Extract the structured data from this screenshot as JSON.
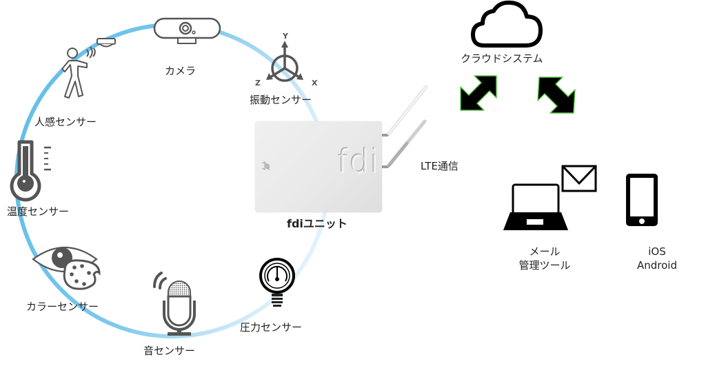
{
  "diagram": {
    "hub": {
      "label": "fdiユニット",
      "logo_text": "fdi"
    },
    "sensors": [
      {
        "id": "camera",
        "label": "カメラ",
        "icon": "webcam-icon"
      },
      {
        "id": "vibration",
        "label": "振動センサー",
        "icon": "xyz-axis-icon",
        "axes": [
          "Y",
          "Z",
          "X"
        ]
      },
      {
        "id": "pressure",
        "label": "圧力センサー",
        "icon": "pressure-gauge-icon"
      },
      {
        "id": "sound",
        "label": "音センサー",
        "icon": "microphone-icon"
      },
      {
        "id": "color",
        "label": "カラーセンサー",
        "icon": "eye-palette-icon"
      },
      {
        "id": "temperature",
        "label": "温度センサー",
        "icon": "thermometer-icon"
      },
      {
        "id": "motion",
        "label": "人感センサー",
        "icon": "motion-sensor-icon"
      }
    ],
    "link": {
      "label": "LTE通信",
      "icon": "antenna-icon"
    },
    "cloud": {
      "label": "クラウドシステム",
      "icon": "cloud-icon"
    },
    "arrows": [
      {
        "id": "unit-cloud",
        "icon": "bidirectional-arrow-icon",
        "fill": "#000000",
        "outline": "#5cc94a"
      },
      {
        "id": "cloud-clients",
        "icon": "bidirectional-arrow-icon",
        "fill": "#000000",
        "outline": "#5cc94a"
      }
    ],
    "clients": [
      {
        "id": "mail-tool",
        "label_lines": [
          "メール",
          "管理ツール"
        ],
        "icon": "laptop-mail-icon"
      },
      {
        "id": "mobile",
        "label_lines": [
          "iOS",
          "Android"
        ],
        "icon": "smartphone-icon"
      }
    ],
    "colors": {
      "ring_strong": "#5fbde8",
      "ring_light": "#d9eefa",
      "icon_gray": "#555555",
      "arrow_outline": "#5cc94a"
    }
  }
}
